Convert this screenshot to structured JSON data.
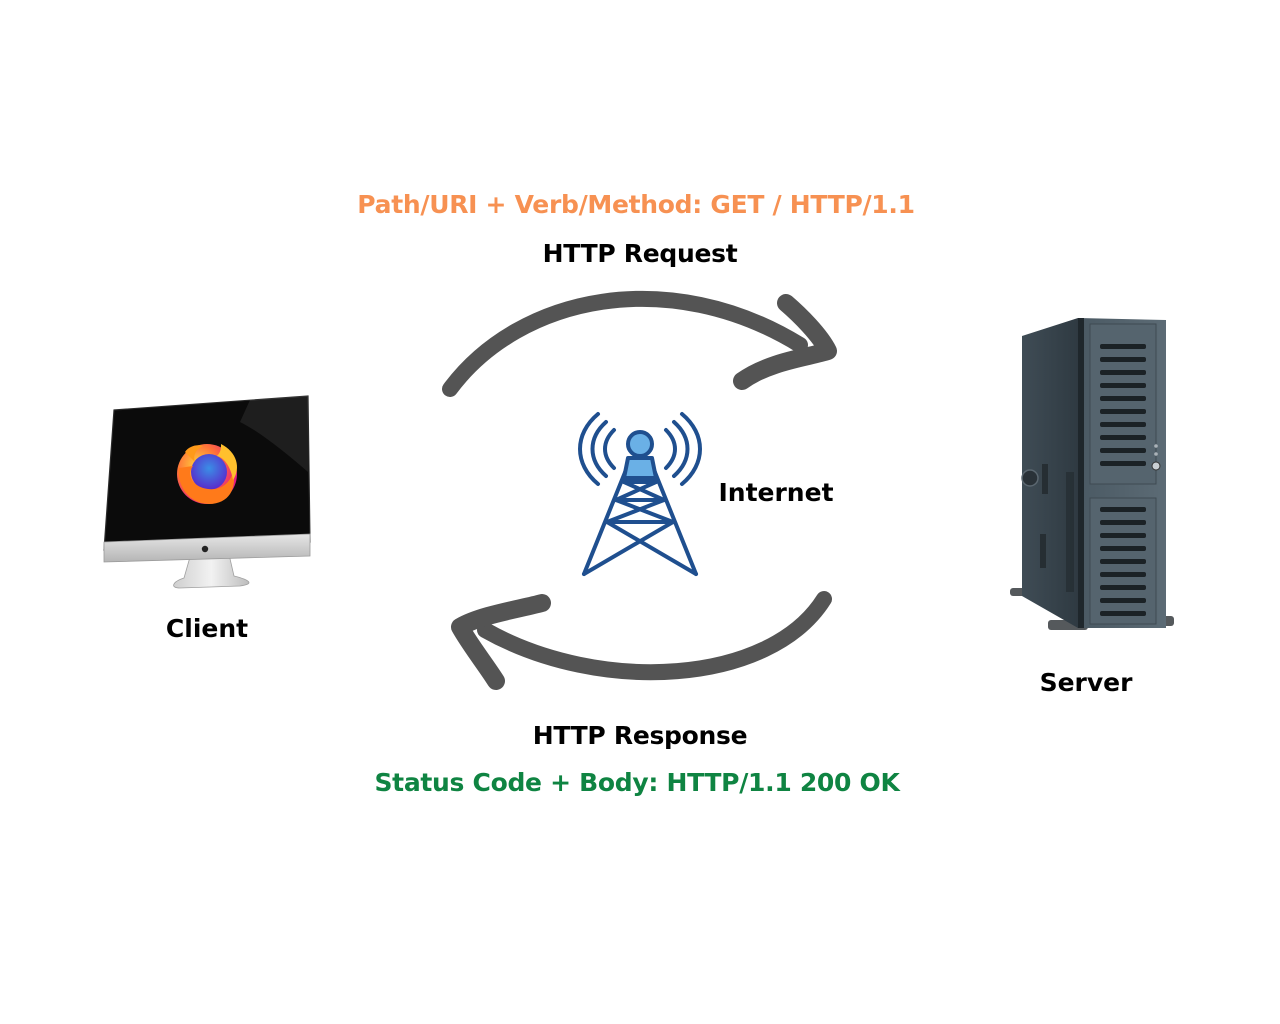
{
  "diagram": {
    "title": "HTTP Request / Response cycle",
    "request": {
      "detail": "Path/URI + Verb/Method: GET / HTTP/1.1",
      "title": "HTTP Request",
      "direction": "client-to-server"
    },
    "response": {
      "title": "HTTP Response",
      "detail": "Status Code + Body: HTTP/1.1 200 OK",
      "direction": "server-to-client"
    },
    "nodes": {
      "client": {
        "label": "Client",
        "icon": "desktop-monitor-firefox-icon"
      },
      "internet": {
        "label": "Internet",
        "icon": "radio-tower-icon"
      },
      "server": {
        "label": "Server",
        "icon": "server-tower-icon"
      }
    },
    "colors": {
      "request_detail": "#f79152",
      "response_detail": "#0f8442",
      "arrow": "#545454",
      "tower_stroke": "#1f4f8f",
      "tower_fill": "#6ab0e6",
      "text": "#000000"
    }
  }
}
